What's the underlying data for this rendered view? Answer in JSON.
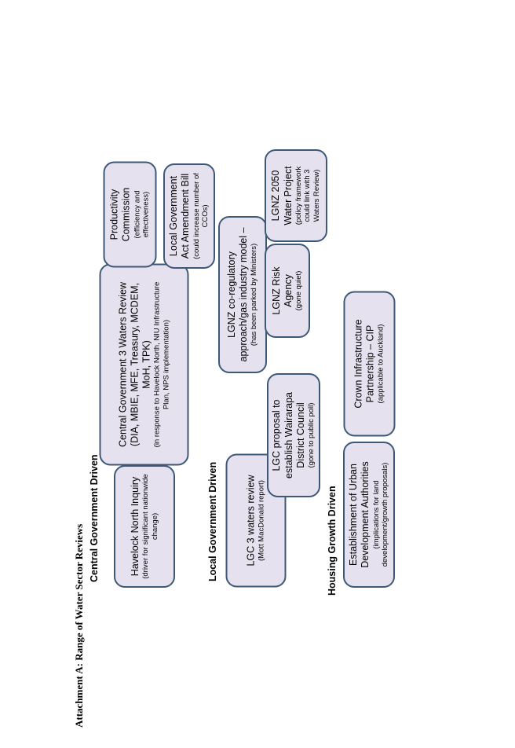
{
  "title": "Attachment A: Range of Water Sector Reviews",
  "sections": {
    "central": "Central Government Driven",
    "local": "Local Government Driven",
    "housing": "Housing Growth Driven"
  },
  "boxes": {
    "havelock": {
      "main": "Havelock North Inquiry",
      "sub": "(driver for significant nationwide change)"
    },
    "cg3waters": {
      "main": "Central Government 3 Waters Review (DIA, MBIE, MFE, Treasury, MCDEM, MoH, TPK)",
      "sub": "(in response to Havelock North, NIU Infrastructure Plan, NPS implementation)"
    },
    "productivity": {
      "main": "Productivity Commission",
      "sub": "(efficiency and effectiveness)"
    },
    "lgactbill": {
      "main": "Local Government Act Amendment Bill",
      "sub": "(could increase number of CCOs)"
    },
    "lgc3waters": {
      "main": "LGC 3 waters review",
      "sub": "(Mott MacDonald report)"
    },
    "lgcwairarapa": {
      "main": "LGC proposal to establish Wairarapa District Council",
      "sub": "(gone to public poll)"
    },
    "lgnzcoreg": {
      "main": "LGNZ co-regulatory approach/gas industry model –",
      "sub": "(has been parked by Ministers)"
    },
    "lgnzrisk": {
      "main": "LGNZ Risk Agency",
      "sub": "(gone quiet)"
    },
    "lgnz2050": {
      "main": "LGNZ 2050 Water Project",
      "sub": "(policy framework could link with 3 Waters Review)"
    },
    "uda": {
      "main": "Establishment of Urban Development Authorities",
      "sub": "(implications for land development/growth proposals)"
    },
    "cip": {
      "main": "Crown Infrastructure Partnership – CIP",
      "sub": "(applicable to Auckland)"
    }
  }
}
